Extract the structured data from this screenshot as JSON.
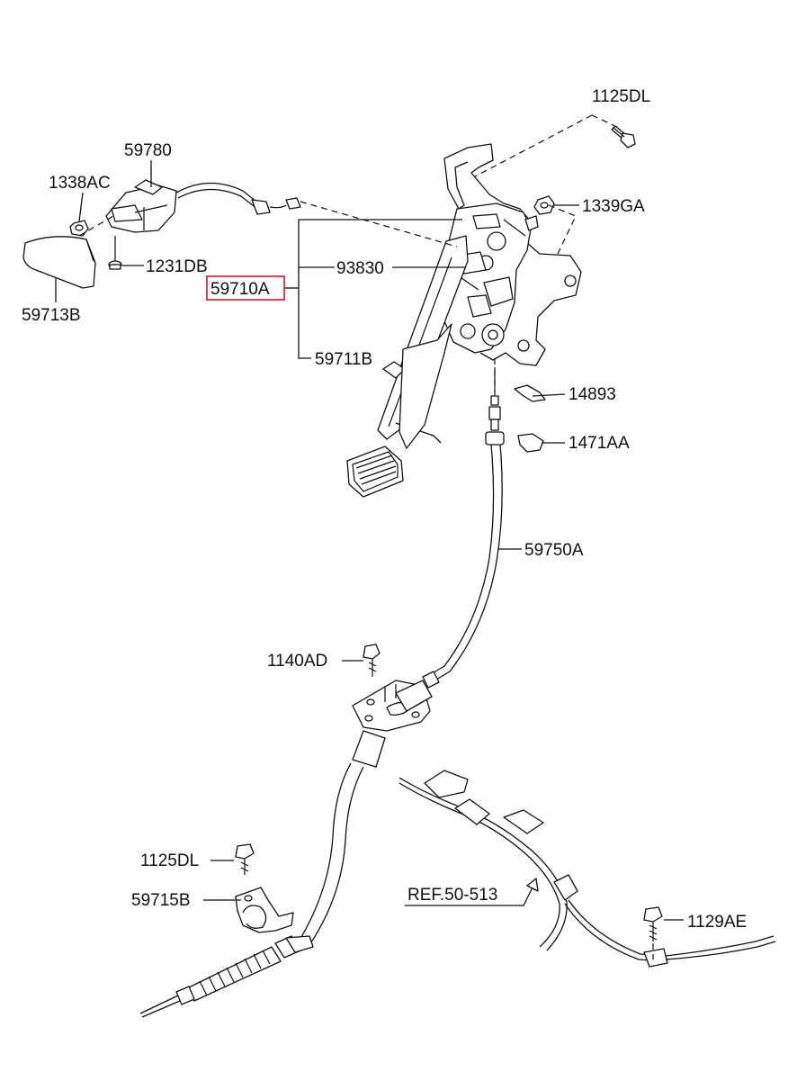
{
  "labels": {
    "p1125DL_top": "1125DL",
    "p59780": "59780",
    "p1338AC": "1338AC",
    "p1339GA": "1339GA",
    "p1231DB": "1231DB",
    "p93830": "93830",
    "p59710A": "59710A",
    "p59713B": "59713B",
    "p59711B": "59711B",
    "p14893": "14893",
    "p1471AA": "1471AA",
    "p59750A": "59750A",
    "p1140AD": "1140AD",
    "p1125DL_bottom": "1125DL",
    "p59715B": "59715B",
    "ref": "REF.50-513",
    "p1129AE": "1129AE"
  },
  "highlighted_part": "59710A",
  "colors": {
    "highlight": "#e0161f",
    "ink": "#111111"
  }
}
